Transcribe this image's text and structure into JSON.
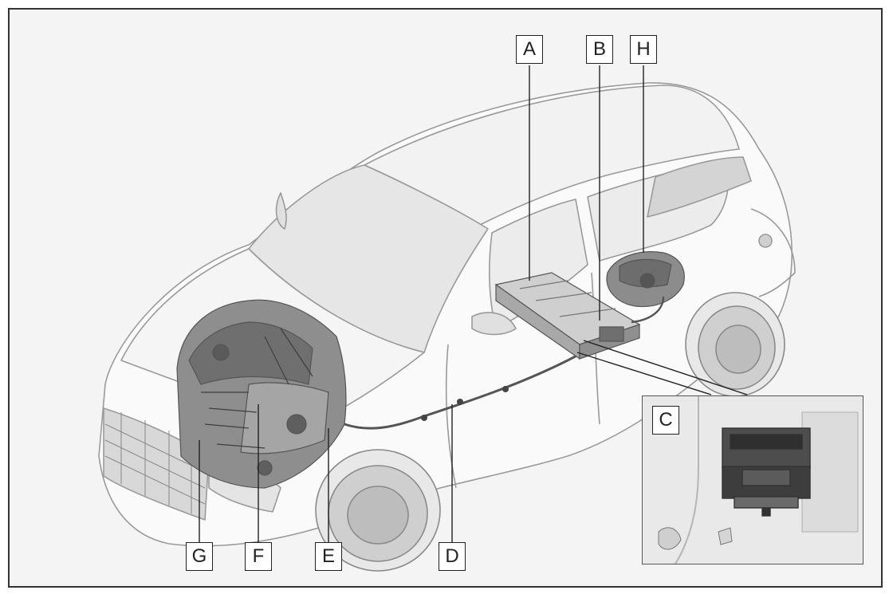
{
  "callouts": {
    "a": "A",
    "b": "B",
    "h": "H",
    "c": "C",
    "d": "D",
    "e": "E",
    "f": "F",
    "g": "G"
  }
}
